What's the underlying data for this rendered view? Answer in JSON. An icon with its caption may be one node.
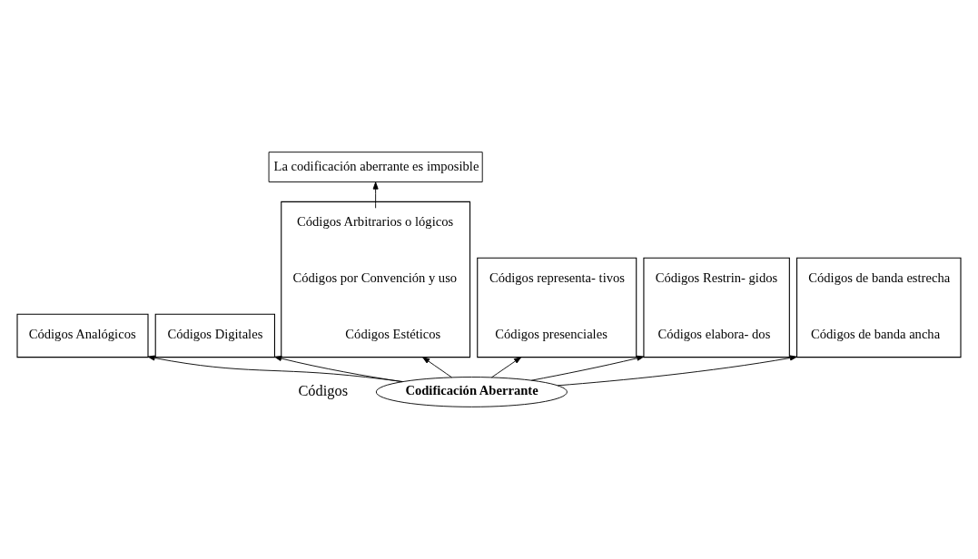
{
  "diagram": {
    "nodes": [
      {
        "text": [
          "La codificación aberrante es imposible"
        ]
      },
      {
        "text": [],
        "shape": "bracket"
      },
      {
        "text": [
          "Códigos Analógicos"
        ],
        "in": 1
      },
      {
        "text": [],
        "shape": "bracket"
      },
      {
        "text": [
          "Códigos Digitales"
        ],
        "in": 3
      },
      {
        "text": [],
        "shape": "bracket"
      },
      {
        "text": [
          "Códigos Arbitrarios o lógicos"
        ],
        "in": 5
      },
      {
        "text": [
          "Códigos por Convención y uso"
        ],
        "in": 5
      },
      {
        "text": [
          "Códigos Estéticos"
        ],
        "in": 5
      },
      {
        "text": [],
        "shape": "bracket"
      },
      {
        "text": [
          "Códigos representa- tivos"
        ],
        "in": 9
      },
      {
        "text": [
          "Códigos presenciales"
        ],
        "in": 9
      },
      {
        "text": [],
        "shape": "bracket"
      },
      {
        "text": [
          "Códigos Restrin- gidos"
        ],
        "in": 12
      },
      {
        "text": [
          "Códigos elabora- dos"
        ],
        "in": 12
      },
      {
        "text": [],
        "shape": "bracket"
      },
      {
        "text": [
          "Códigos de banda estrecha"
        ],
        "in": 15
      },
      {
        "text": [
          "Códigos de banda ancha"
        ],
        "in": 15
      },
      {
        "text": [
          "Codificación Aberrante"
        ]
      }
    ],
    "edges": [
      {
        "from": 6,
        "to": 0,
        "arrow": "to"
      },
      {
        "from": 18,
        "to": 1,
        "arrow": "to"
      },
      {
        "from": 18,
        "to": 3,
        "arrow": "to"
      },
      {
        "from": 18,
        "to": 5,
        "arrow": "to"
      },
      {
        "from": 18,
        "to": 9,
        "arrow": "to"
      },
      {
        "from": 18,
        "to": 12,
        "arrow": "to"
      },
      {
        "from": 18,
        "to": 15,
        "arrow": "to"
      }
    ],
    "labels": [
      "Códigos"
    ]
  }
}
